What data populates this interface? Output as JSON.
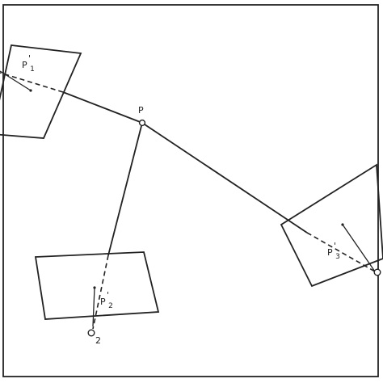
{
  "diagram": {
    "point_label": "P",
    "projections": [
      {
        "letter": "P",
        "prime": "'",
        "index": "1"
      },
      {
        "letter": "P",
        "prime": "'",
        "index": "2"
      },
      {
        "letter": "P",
        "prime": "'",
        "index": "3"
      }
    ],
    "camera_centers": [
      {
        "label": ""
      },
      {
        "label": "2"
      },
      {
        "label": ""
      }
    ],
    "colors": {
      "ink": "#222222",
      "background": "#ffffff"
    }
  }
}
